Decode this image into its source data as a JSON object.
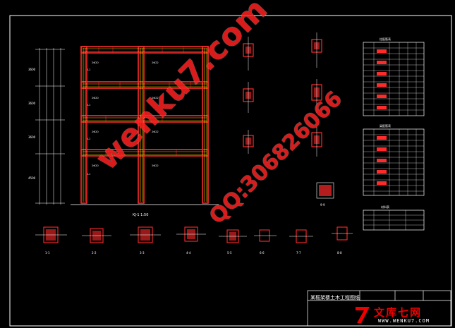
{
  "drawing": {
    "title_block_name": "某框架楼土木工程图纸",
    "section_labels": [
      "1-1",
      "2-2",
      "3-3",
      "4-4",
      "5-5",
      "6-6",
      "7-7",
      "8-8",
      "9-9"
    ],
    "frame_label": "KJ-1 1:50",
    "table_titles": [
      "柱配筋表",
      "梁配筋表",
      "材料表"
    ]
  },
  "watermark": {
    "site": "wenku7.com",
    "qq": "QQ:306826066"
  },
  "logo": {
    "brand": "文库七网",
    "url": "WWW.WENKU7.COM",
    "mark": "7"
  },
  "colors": {
    "background": "#000000",
    "frame_red": "#ff2a2a",
    "frame_yellow": "#ffd400",
    "line_white": "#ffffff",
    "watermark": "#ff2020"
  }
}
